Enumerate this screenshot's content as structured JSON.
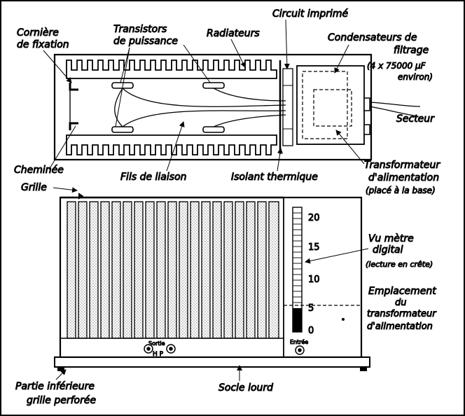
{
  "top_view": {
    "labels": {
      "corniere_1": "Cornière",
      "corniere_2": "de fixation",
      "transistors_1": "Transistors",
      "transistors_2": "de puissance",
      "radiateurs": "Radiateurs",
      "circuit": "Circuit imprimé",
      "condens_1": "Condensateurs de",
      "condens_2": "filtrage",
      "condens_3": "(4 x 75000 µF",
      "condens_4": "environ)",
      "secteur": "Secteur",
      "cheminee": "Cheminée",
      "grille": "Grille",
      "fils": "Fils de liaison",
      "isolant": "Isolant thermique",
      "transfo_1": "Transformateur",
      "transfo_2": "d'alimentation",
      "transfo_3": "(placé à la base)"
    }
  },
  "front_view": {
    "scale_ticks": [
      "20",
      "15",
      "10",
      "5",
      "0"
    ],
    "labels": {
      "vu_1": "Vu mètre",
      "vu_2": "digital",
      "vu_3": "(lecture en crête)",
      "empl_1": "Emplacement",
      "empl_2": "du",
      "empl_3": "transformateur",
      "empl_4": "d'alimentation",
      "sortie_1": "Sortie",
      "sortie_2": "H P",
      "entree": "Entrée",
      "partie_1": "Partie inférieure",
      "partie_2": "grille perforée",
      "socle": "Socle lourd"
    }
  }
}
